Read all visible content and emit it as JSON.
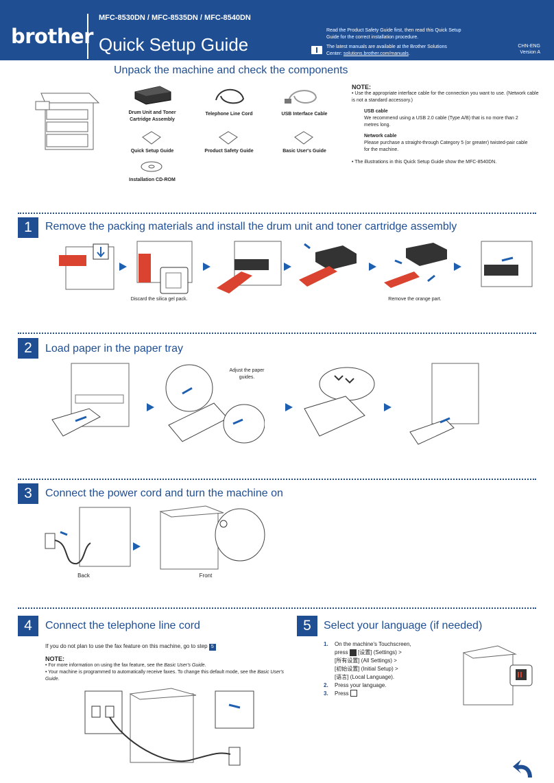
{
  "header": {
    "brand": "brother",
    "models": "MFC-8530DN / MFC-8535DN / MFC-8540DN",
    "title": "Quick Setup Guide",
    "safety_note": "Read the Product Safety Guide first, then read this Quick Setup Guide for the correct installation procedure.",
    "manuals_note_prefix": "The latest manuals are available at the Brother Solutions Center: ",
    "manuals_link": "solutions.brother.com/manuals",
    "manuals_note_suffix": ".",
    "lang_code": "CHN-ENG",
    "version": "Version A"
  },
  "unpack": {
    "title": "Unpack the machine and check the components",
    "components": {
      "drum": "Drum Unit and Toner Cartridge Assembly",
      "telephone_cord": "Telephone Line Cord",
      "usb_cable": "USB Interface Cable",
      "quick_setup": "Quick Setup Guide",
      "safety_guide": "Product Safety Guide",
      "users_guide": "Basic User's Guide",
      "cdrom": "Installation CD-ROM"
    },
    "note": {
      "title": "NOTE:",
      "intro": "• Use the appropriate interface cable for the connection you want to use. (Network cable is not a standard accessory.)",
      "usb_title": "USB cable",
      "usb_text": "We recommend using a USB 2.0 cable (Type A/B) that is no more than 2 metres long.",
      "network_title": "Network cable",
      "network_text": "Please purchase a straight-through Category 5 (or greater) twisted-pair cable for the machine.",
      "illustration": "• The illustrations in this Quick Setup Guide show the MFC-8540DN."
    }
  },
  "step1": {
    "number": "1",
    "title": "Remove the packing materials and install the drum unit and toner cartridge assembly",
    "caption_silica": "Discard the silica gel pack.",
    "caption_orange": "Remove the orange part."
  },
  "step2": {
    "number": "2",
    "title": "Load paper in the paper tray",
    "caption_guides": "Adjust the paper guides."
  },
  "step3": {
    "number": "3",
    "title": "Connect the power cord and turn the machine on",
    "caption_back": "Back",
    "caption_front": "Front"
  },
  "step4": {
    "number": "4",
    "title": "Connect the telephone line cord",
    "intro": "If you do not plan to use the fax feature on this machine, go to step",
    "intro_step_ref": "5",
    "note_title": "NOTE:",
    "note1_prefix": "• For more information on using the fax feature, see the ",
    "note1_italic": "Basic User's Guide",
    "note1_suffix": ".",
    "note2_prefix": "• Your machine is programmed to automatically receive faxes. To change this default mode, see the ",
    "note2_italic": "Basic User's Guide",
    "note2_suffix": "."
  },
  "step5": {
    "number": "5",
    "title": "Select your language (if needed)",
    "items": {
      "i1_num": "1.",
      "i1_line1": "On the machine's Touchscreen,",
      "i1_line2_pre": "press",
      "i1_line2_post": "[设置] (Settings) >",
      "i1_line3": "[所有设置] (All Settings) >",
      "i1_line4": "[初始设置] (Initial Setup) >",
      "i1_line5": "[语言] (Local Language).",
      "i2_num": "2.",
      "i2_text": "Press your language.",
      "i3_num": "3.",
      "i3_text": "Press"
    }
  },
  "colors": {
    "brand_blue": "#1f4e93",
    "orange": "#d9432f",
    "arrow_blue": "#1f5fb0"
  }
}
